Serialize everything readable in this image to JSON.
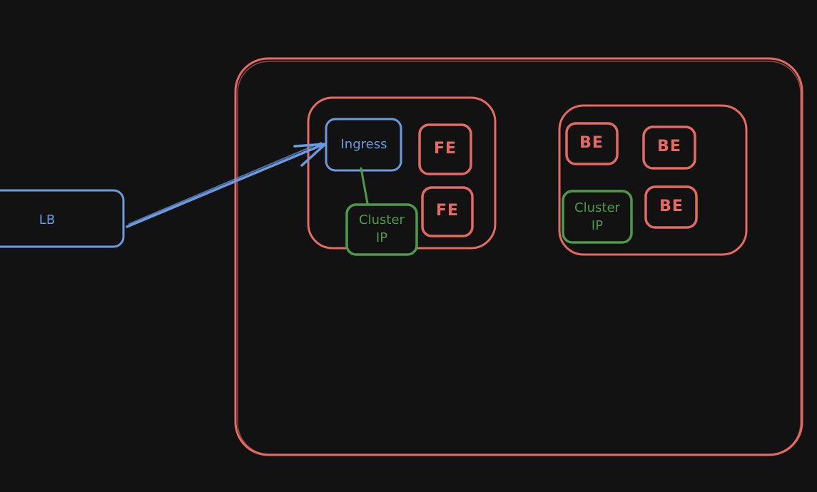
{
  "colors": {
    "background": "#121212",
    "red": "#e66a64",
    "blue": "#6c9ae0",
    "green": "#4e9a4a"
  },
  "nodes": {
    "lb": "LB",
    "ingress": "Ingress",
    "fe_1": "FE",
    "fe_2": "FE",
    "cluster_ip_fe_line1": "Cluster",
    "cluster_ip_fe_line2": "IP",
    "be_1": "BE",
    "be_2": "BE",
    "be_3": "BE",
    "cluster_ip_be_line1": "Cluster",
    "cluster_ip_be_line2": "IP"
  }
}
